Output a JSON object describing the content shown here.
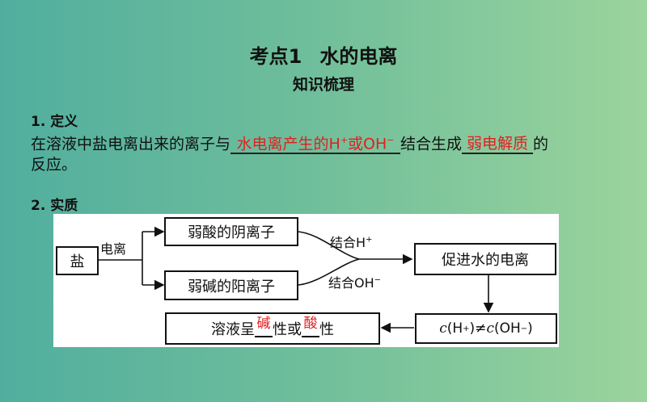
{
  "title": {
    "num": "考点1",
    "text": "水的电离"
  },
  "subtitle": "知识梳理",
  "section1": {
    "heading": "1. 定义",
    "prefix": "在溶液中盐电离出来的离子与",
    "answer1_main": "水电离产生的H",
    "answer1_sup1": "+",
    "answer1_mid": "或OH",
    "answer1_sup2": "−",
    "middle": "结合生成",
    "answer2": "弱电解质",
    "suffix1": "的",
    "suffix2": "反应。"
  },
  "section2": {
    "heading": "2. 实质",
    "diagram": {
      "salt": "盐",
      "ionize_label": "电离",
      "weak_acid_anion": "弱酸的阴离子",
      "weak_base_cation": "弱碱的阳离子",
      "combine_h": "结合H",
      "combine_h_sup": "+",
      "combine_oh": "结合OH",
      "combine_oh_sup": "−",
      "promote": "促进水的电离",
      "conc_c1": "c",
      "conc_h": "(H",
      "conc_h_sup": "+",
      "conc_neq": ")≠",
      "conc_c2": "c",
      "conc_oh": "(OH",
      "conc_oh_sup": "−",
      "conc_close": ")",
      "result_prefix": "溶液呈",
      "result_blank1": "碱",
      "result_mid": "性或",
      "result_blank2": "酸",
      "result_suffix": "性"
    }
  },
  "colors": {
    "answer": "#e02020",
    "bg_left": "#51ae9e",
    "bg_right": "#9bd49c"
  }
}
